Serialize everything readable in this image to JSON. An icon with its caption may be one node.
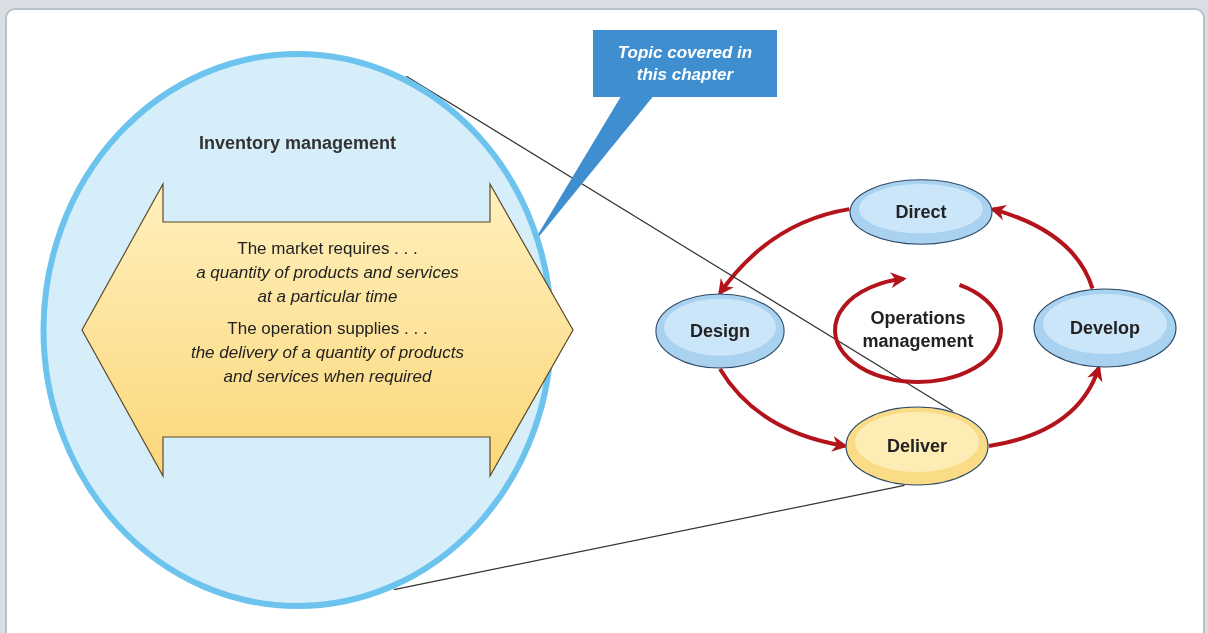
{
  "diagram": {
    "nodes": [
      {
        "text": [
          "Inventory management"
        ]
      },
      {
        "text": [
          "The market requires . . .",
          "a quantity of products and services at a particular time",
          "The operation supplies . . .",
          "the delivery of a quantity of products and services when required"
        ],
        "in": 0
      },
      {
        "text": [
          "Topic covered in this chapter"
        ]
      },
      {
        "text": [
          "Direct"
        ]
      },
      {
        "text": [
          "Design"
        ]
      },
      {
        "text": [
          "Operations management"
        ]
      },
      {
        "text": [
          "Develop"
        ]
      },
      {
        "text": [
          "Deliver"
        ]
      }
    ],
    "edges": [
      {
        "from": 6,
        "to": 3,
        "arrow": "to"
      },
      {
        "from": 3,
        "to": 4,
        "arrow": "to"
      },
      {
        "from": 4,
        "to": 7,
        "arrow": "to"
      },
      {
        "from": 7,
        "to": 6,
        "arrow": "to"
      },
      {
        "from": 0,
        "to": 7,
        "arrow": "none",
        "color": "#333333"
      },
      {
        "from": 0,
        "to": 7,
        "arrow": "none",
        "color": "#333333"
      },
      {
        "from": 2,
        "to": 1,
        "arrow": "none",
        "color": "#3f8fd0"
      },
      {
        "from": 5,
        "to": 5,
        "arrow": "to"
      }
    ]
  }
}
